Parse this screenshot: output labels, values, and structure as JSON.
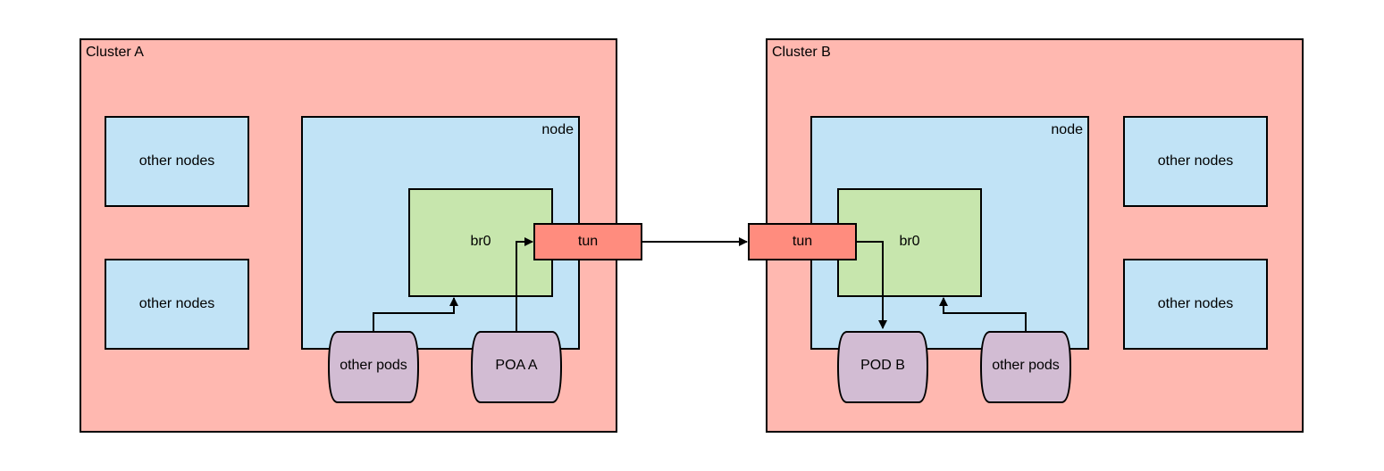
{
  "colors": {
    "cluster_fill": "#ffb8b0",
    "node_fill": "#c1e3f6",
    "bridge_fill": "#c7e6ad",
    "tun_fill": "#ff8c7e",
    "pod_fill": "#d2bcd3",
    "stroke": "#000000"
  },
  "clusters": [
    {
      "label": "Cluster A",
      "node_label": "node",
      "bridge_label": "br0",
      "tun_label": "tun",
      "other_nodes": [
        "other nodes",
        "other nodes"
      ],
      "pods": [
        "other pods",
        "POA A"
      ]
    },
    {
      "label": "Cluster B",
      "node_label": "node",
      "bridge_label": "br0",
      "tun_label": "tun",
      "other_nodes": [
        "other nodes",
        "other nodes"
      ],
      "pods": [
        "POD B",
        "other pods"
      ]
    }
  ]
}
